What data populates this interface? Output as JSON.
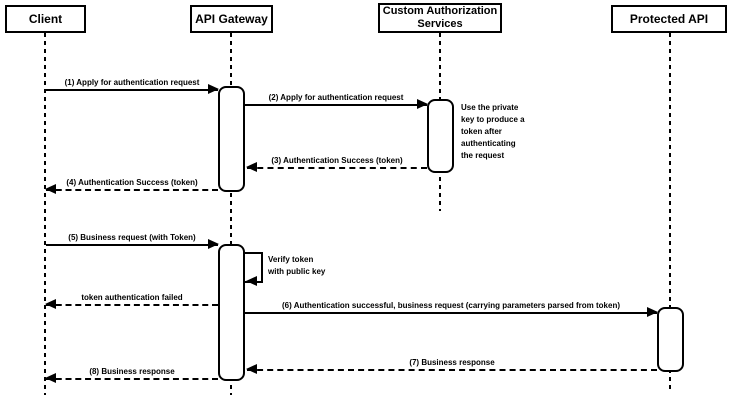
{
  "diagram_type": "uml-sequence-diagram",
  "colors": {
    "stroke": "#000000",
    "fill": "#ffffff",
    "text": "#000000"
  },
  "actors": [
    {
      "label": "Client"
    },
    {
      "label": "API Gateway"
    },
    {
      "label": "Custom Authorization Services"
    },
    {
      "label": "Protected API"
    }
  ],
  "messages": [
    {
      "label": "(1) Apply for authentication request",
      "from": "Client",
      "to": "API Gateway",
      "line": "solid"
    },
    {
      "label": "(2) Apply for authentication request",
      "from": "API Gateway",
      "to": "Custom Authorization Services",
      "line": "solid"
    },
    {
      "label": "(3) Authentication Success (token)",
      "from": "Custom Authorization Services",
      "to": "API Gateway",
      "line": "dashed"
    },
    {
      "label": "(4) Authentication Success (token)",
      "from": "API Gateway",
      "to": "Client",
      "line": "dashed"
    },
    {
      "label": "(5) Business request (with Token)",
      "from": "Client",
      "to": "API Gateway",
      "line": "solid"
    },
    {
      "label": "Verify token\nwith public key",
      "from": "API Gateway",
      "to": "API Gateway",
      "line": "solid",
      "self_message": true
    },
    {
      "label": "token authentication failed",
      "from": "API Gateway",
      "to": "Client",
      "line": "dashed"
    },
    {
      "label": "(6) Authentication successful, business request (carrying parameters parsed from token)",
      "from": "API Gateway",
      "to": "Protected API",
      "line": "solid"
    },
    {
      "label": "(7) Business response",
      "from": "Protected API",
      "to": "API Gateway",
      "line": "dashed"
    },
    {
      "label": "(8) Business response",
      "from": "API Gateway",
      "to": "Client",
      "line": "dashed"
    }
  ],
  "note": {
    "text": "Use the private\nkey to produce a\ntoken after\nauthenticating\nthe request",
    "attached_to": "Custom Authorization Services"
  }
}
